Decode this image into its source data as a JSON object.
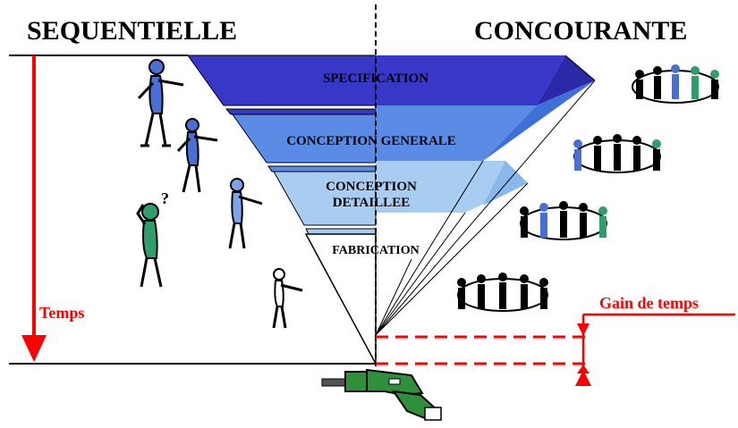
{
  "titles": {
    "left": "SEQUENTIELLE",
    "right": "CONCOURANTE"
  },
  "phases": [
    {
      "label": "SPECIFICATION"
    },
    {
      "label": "CONCEPTION GENERALE"
    },
    {
      "label_line1": "CONCEPTION",
      "label_line2": "DETAILLEE"
    },
    {
      "label": "FABRICATION"
    }
  ],
  "axis": {
    "time_label": "Temps"
  },
  "gain": {
    "label": "Gain de temps"
  },
  "annotations": {
    "question_mark": "?"
  },
  "colors": {
    "phase_1": "#3737c8",
    "phase_2": "#5a8ce6",
    "phase_3": "#a8cdf0",
    "phase_4": "#ffffff",
    "accent_red": "#ff0000",
    "figure_blue": "#4a6fd4",
    "figure_green": "#2e9e6a",
    "drill_green": "#2f8f3a"
  },
  "icons": [
    "person-pointing-icon",
    "person-thinking-icon",
    "people-circle-icon",
    "drill-icon"
  ]
}
